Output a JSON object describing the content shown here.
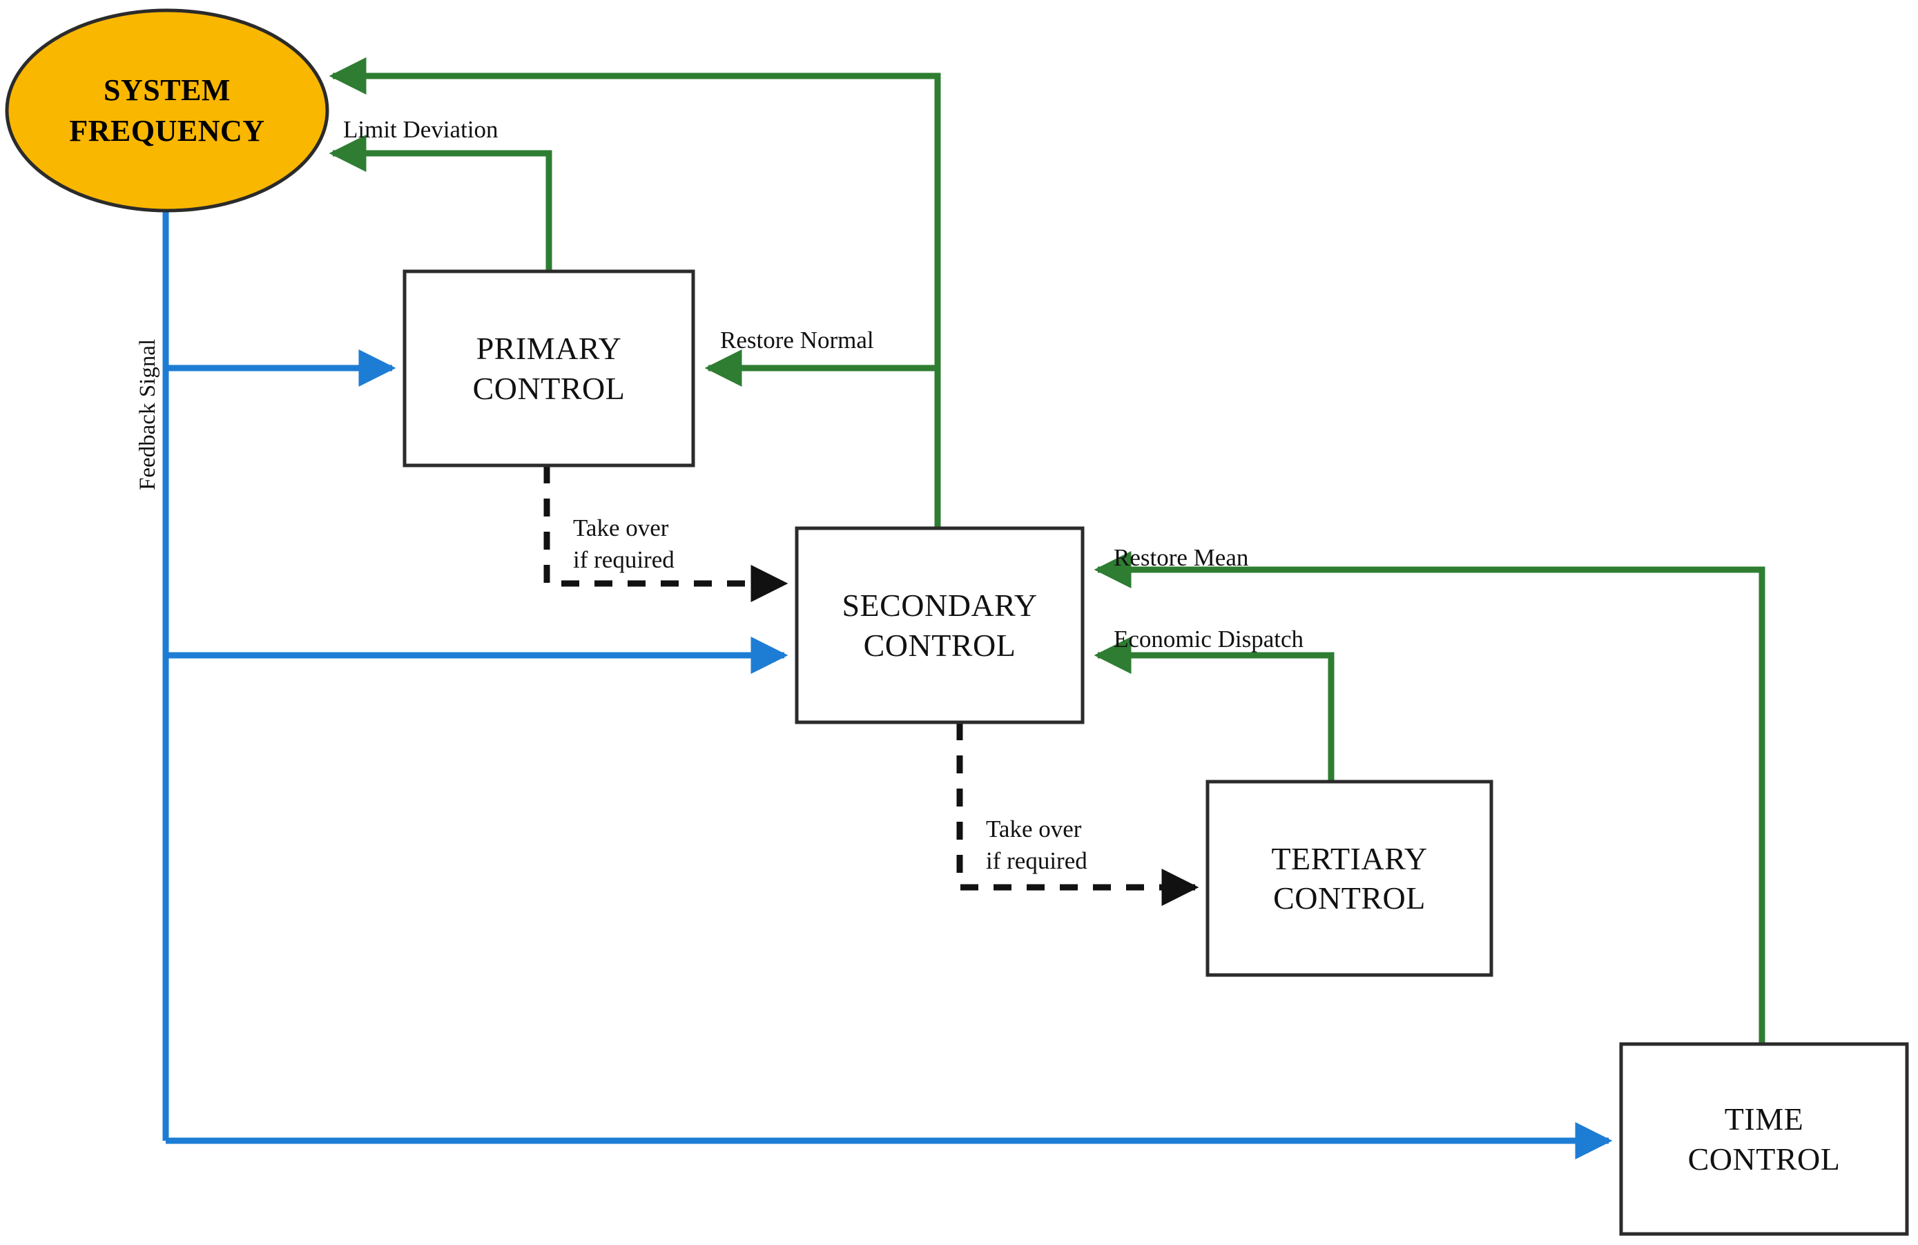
{
  "diagram": {
    "title": "Power System Frequency Control Hierarchy",
    "colors": {
      "ellipse_fill": "#FAB700",
      "ellipse_stroke": "#2B2B2B",
      "box_fill": "#FFFFFF",
      "box_stroke": "#2B2B2B",
      "green_arrow": "#2E7D32",
      "blue_arrow": "#1D7DD4",
      "dashed_arrow": "#111111",
      "text": "#111111",
      "background": "#FFFFFF"
    },
    "nodes": [
      {
        "id": "system-frequency",
        "shape": "ellipse",
        "line1": "SYSTEM",
        "line2": "FREQUENCY"
      },
      {
        "id": "primary-control",
        "shape": "rect",
        "line1": "PRIMARY",
        "line2": "CONTROL"
      },
      {
        "id": "secondary-control",
        "shape": "rect",
        "line1": "SECONDARY",
        "line2": "CONTROL"
      },
      {
        "id": "tertiary-control",
        "shape": "rect",
        "line1": "TERTIARY",
        "line2": "CONTROL"
      },
      {
        "id": "time-control",
        "shape": "rect",
        "line1": "TIME",
        "line2": "CONTROL"
      }
    ],
    "edge_labels": {
      "limit_deviation": "Limit  Deviation",
      "restore_normal": "Restore Normal",
      "restore_mean": "Restore Mean",
      "economic_dispatch": "Economic Dispatch",
      "feedback_signal": "Feedback Signal",
      "take_over_1_line1": "Take over",
      "take_over_1_line2": "if required",
      "take_over_2_line1": "Take over",
      "take_over_2_line2": "if required"
    }
  }
}
